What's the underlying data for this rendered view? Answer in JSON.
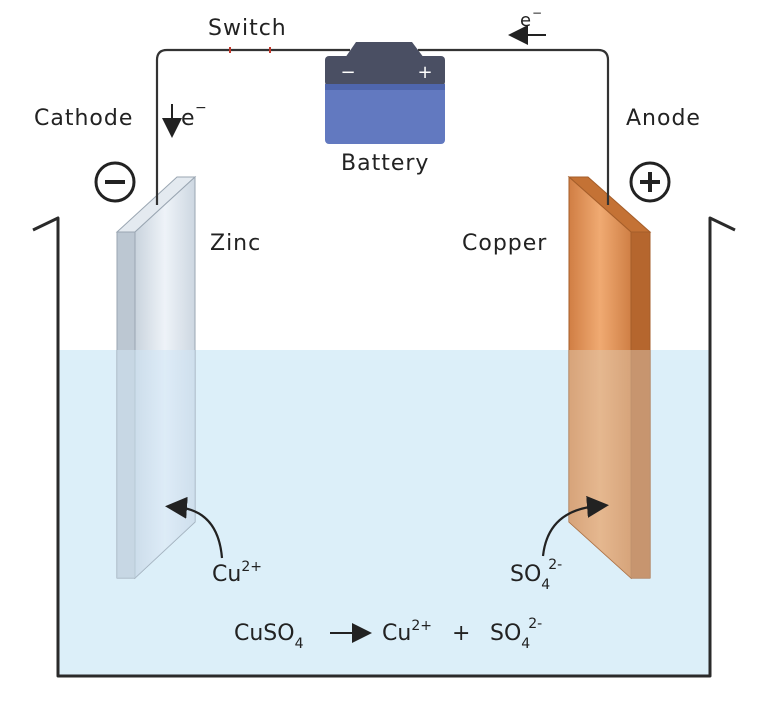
{
  "labels": {
    "switch": "Switch",
    "cathode": "Cathode",
    "anode": "Anode",
    "battery": "Battery",
    "zinc": "Zinc",
    "copper": "Copper",
    "electron_left": "e",
    "electron_left_sup": "−",
    "electron_right": "e",
    "electron_right_sup": "−",
    "battery_minus": "−",
    "battery_plus": "+",
    "cathode_sign": "−",
    "anode_sign": "+"
  },
  "ions": {
    "cu_base": "Cu",
    "cu_sup": "2+",
    "so4_base": "SO",
    "so4_sub": "4",
    "so4_sup": "2-"
  },
  "equation": {
    "reactant_base": "CuSO",
    "reactant_sub": "4",
    "arrow": "→",
    "p1_base": "Cu",
    "p1_sup": "2+",
    "plus": "+",
    "p2_base": "SO",
    "p2_sub": "4",
    "p2_sup": "2-"
  },
  "colors": {
    "wire": "#333333",
    "battery_body": "#6279c0",
    "battery_cap": "#4a4f63",
    "zinc_face": "#d8e2ec",
    "copper_face": "#e0945a",
    "solution": "#dceff9"
  }
}
